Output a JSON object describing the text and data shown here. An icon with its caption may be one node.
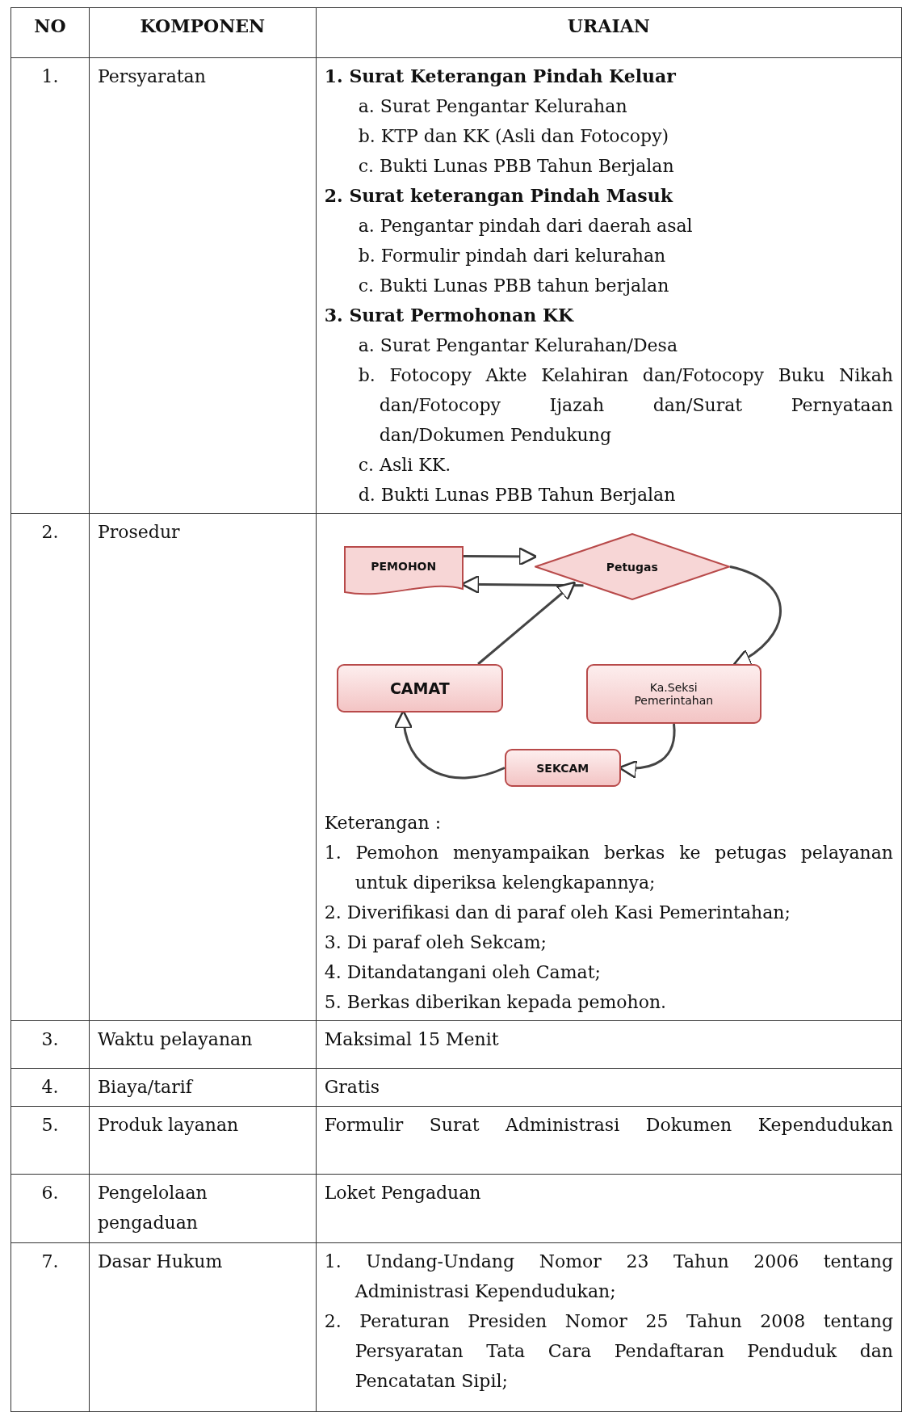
{
  "diagram": {
    "nodes": [
      {
        "text": [
          "PEMOHON"
        ]
      },
      {
        "text": [
          "Petugas"
        ]
      },
      {
        "text": [
          "CAMAT"
        ]
      },
      {
        "text": [
          "Ka.Seksi Pemerintahan"
        ]
      },
      {
        "text": [
          "SEKCAM"
        ]
      }
    ],
    "edges": [
      {
        "from": 0,
        "to": 1,
        "arrow": "to"
      },
      {
        "from": 1,
        "to": 0,
        "arrow": "to"
      },
      {
        "from": 1,
        "to": 3,
        "arrow": "to"
      },
      {
        "from": 3,
        "to": 4,
        "arrow": "to"
      },
      {
        "from": 4,
        "to": 2,
        "arrow": "to"
      },
      {
        "from": 2,
        "to": 1,
        "arrow": "to"
      }
    ],
    "labels": [
      "NO",
      "KOMPONEN",
      "URAIAN",
      "1.",
      "Persyaratan",
      "1. Surat Keterangan Pindah Keluar",
      "a. Surat Pengantar Kelurahan",
      "b. KTP dan KK (Asli dan Fotocopy)",
      "c. Bukti Lunas PBB Tahun Berjalan",
      "2. Surat keterangan Pindah Masuk",
      "a. Pengantar pindah dari daerah asal",
      "b. Formulir pindah dari kelurahan",
      "c. Bukti Lunas PBB tahun berjalan",
      "3. Surat Permohonan KK",
      "a. Surat Pengantar Kelurahan/Desa",
      "b. Fotocopy Akte Kelahiran dan/Fotocopy Buku Nikah dan/Fotocopy Ijazah dan/Surat Pernyataan dan/Dokumen Pendukung",
      "c. Asli KK.",
      "d. Bukti Lunas PBB Tahun Berjalan",
      "2.",
      "Prosedur",
      "Keterangan :",
      "1. Pemohon menyampaikan berkas ke petugas pelayanan untuk diperiksa kelengkapannya;",
      "2. Diverifikasi dan di paraf oleh Kasi Pemerintahan;",
      "3. Di paraf oleh Sekcam;",
      "4. Ditandatangani oleh Camat;",
      "5. Berkas diberikan kepada pemohon.",
      "3.",
      "Waktu pelayanan",
      "Maksimal 15 Menit",
      "4.",
      "Biaya/tarif",
      "Gratis",
      "5.",
      "Produk layanan",
      "Formulir Surat Administrasi Dokumen Kependudukan",
      "6.",
      "Pengelolaan pengaduan",
      "Loket Pengaduan",
      "7.",
      "Dasar Hukum",
      "1. Undang-Undang Nomor 23 Tahun 2006 tentang Administrasi Kependudukan;",
      "2. Peraturan Presiden Nomor 25 Tahun 2008 tentang Persyaratan Tata Cara Pendaftaran Penduduk dan Pencatatan Sipil;"
    ]
  }
}
